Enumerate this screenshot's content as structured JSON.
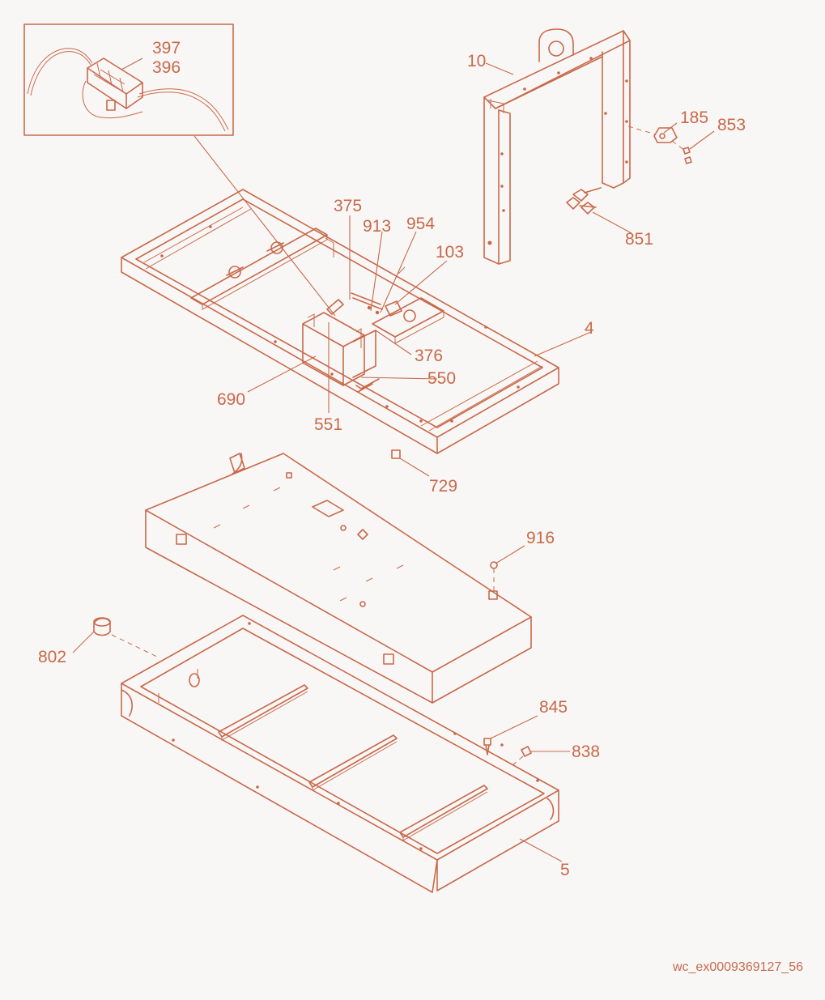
{
  "diagram": {
    "callouts": {
      "c397": "397",
      "c396": "396",
      "c10": "10",
      "c185": "185",
      "c853": "853",
      "c851": "851",
      "c375": "375",
      "c913": "913",
      "c954": "954",
      "c103": "103",
      "c4": "4",
      "c376": "376",
      "c550": "550",
      "c690": "690",
      "c551": "551",
      "c729": "729",
      "c916": "916",
      "c802": "802",
      "c845": "845",
      "c838": "838",
      "c5": "5"
    },
    "reference": "wc_ex0009369127_56",
    "colors": {
      "line": "#c8694a",
      "background": "#f9f7f6"
    }
  }
}
